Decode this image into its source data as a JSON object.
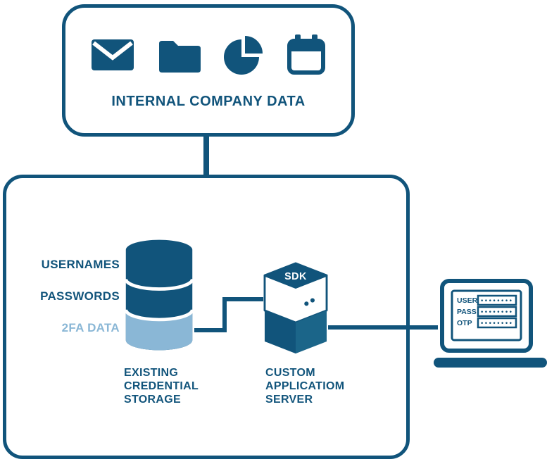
{
  "colors": {
    "dark": "#11547b",
    "mid": "#1b6589",
    "light": "#8ab7d6"
  },
  "top_box": {
    "title": "INTERNAL COMPANY DATA",
    "icons": [
      "envelope-icon",
      "folder-icon",
      "pie-chart-icon",
      "calendar-icon"
    ]
  },
  "storage": {
    "labels": {
      "usernames": "USERNAMES",
      "passwords": "PASSWORDS",
      "twofa": "2FA DATA"
    },
    "caption_lines": [
      "EXISTING",
      "CREDENTIAL",
      "STORAGE"
    ]
  },
  "server": {
    "badge": "SDK",
    "caption_lines": [
      "CUSTOM",
      "APPLICATIOM",
      "SERVER"
    ]
  },
  "laptop": {
    "rows": [
      {
        "label": "USER",
        "value": "••••••••"
      },
      {
        "label": "PASS",
        "value": "••••••••"
      },
      {
        "label": "OTP",
        "value": "••••••••"
      }
    ]
  }
}
